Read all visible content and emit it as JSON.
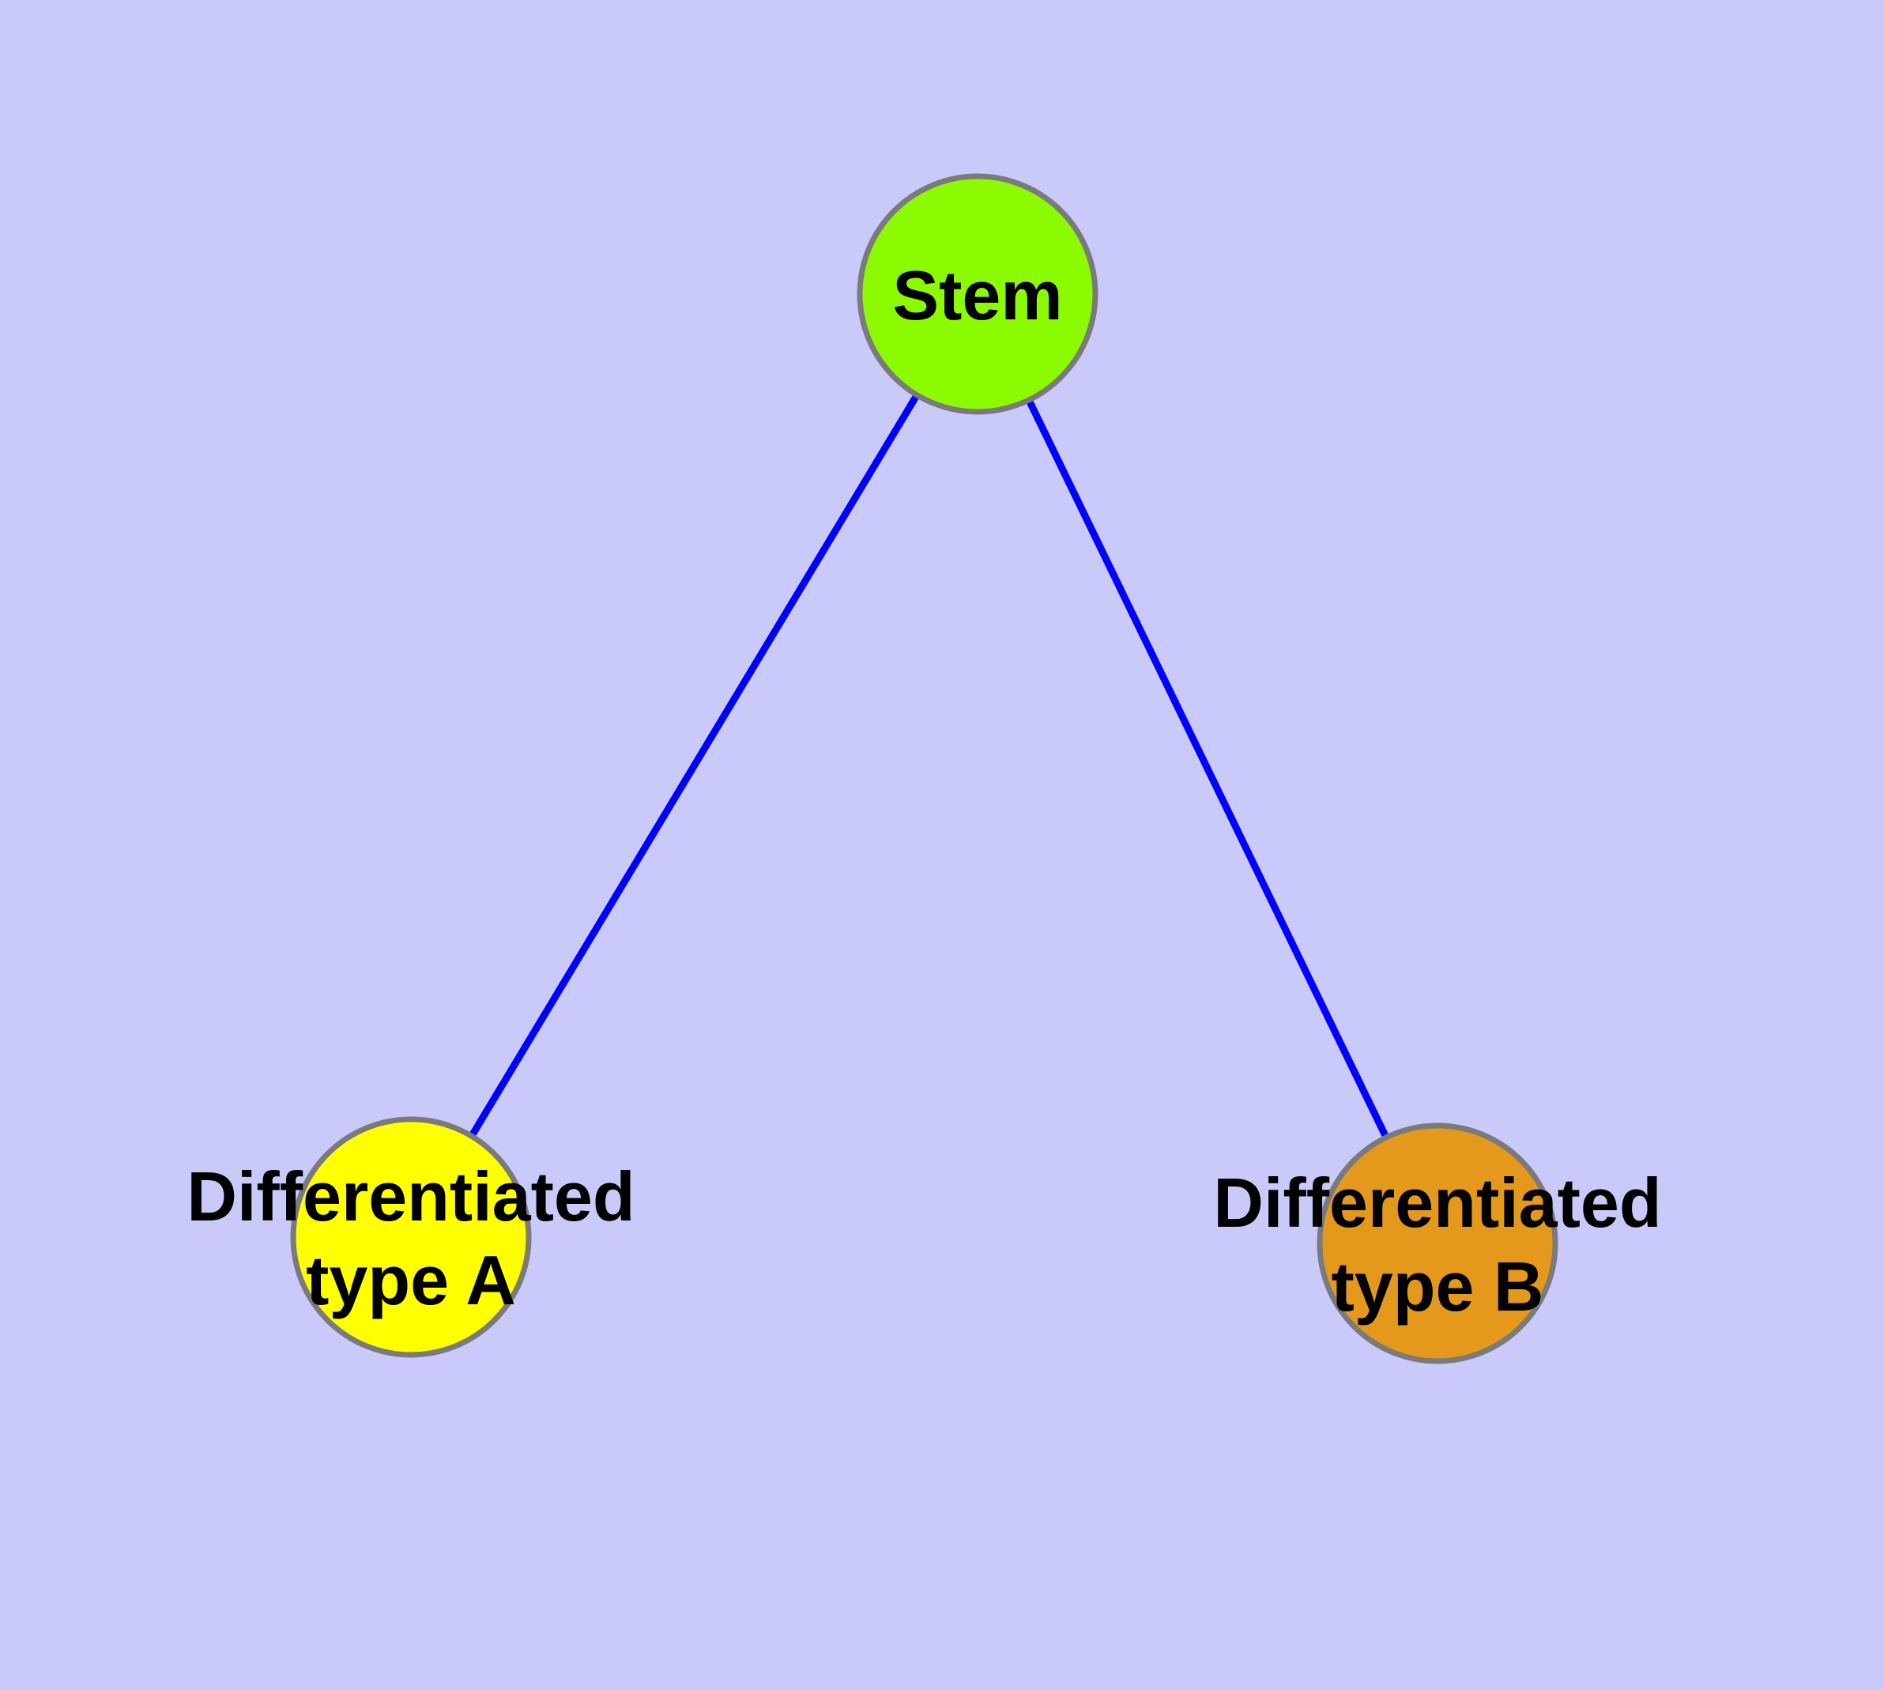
{
  "diagram": {
    "background_color": "#C9C9FA",
    "edge_color": "#0000FF",
    "node_border_color": "#7A7A7A",
    "label_color": "#000000",
    "nodes": {
      "stem": {
        "label": "Stem",
        "fill": "#8CFA00"
      },
      "type_a": {
        "label_line1": "Differentiated",
        "label_line2": "type A",
        "fill": "#FFFF00"
      },
      "type_b": {
        "label_line1": "Differentiated",
        "label_line2": "type B",
        "fill": "#E5991C"
      }
    },
    "edges": [
      {
        "from": "Stem",
        "to": "Differentiated type A"
      },
      {
        "from": "Stem",
        "to": "Differentiated type B"
      }
    ]
  }
}
